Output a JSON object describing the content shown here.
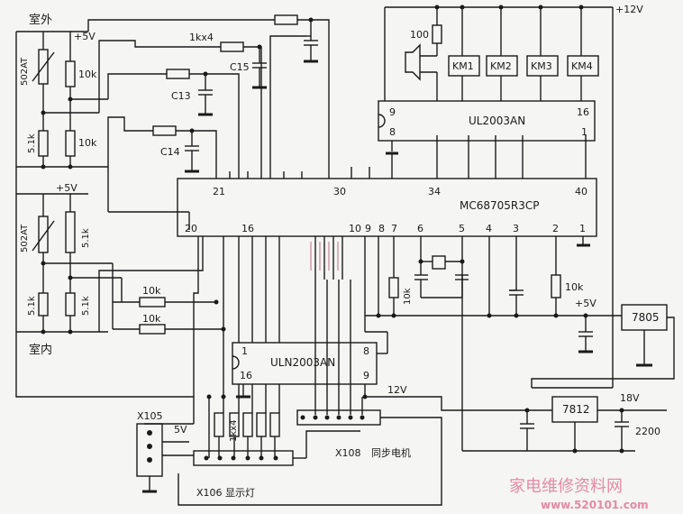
{
  "labels": {
    "outdoor": "室外",
    "indoor": "室内",
    "plus5v_a": "+5V",
    "plus5v_b": "+5V",
    "plus5v_c": "+5V",
    "plus12v": "+12V",
    "v12": "12V",
    "v18": "18V",
    "v5": "5V"
  },
  "components": {
    "therm_outdoor": "502AT",
    "therm_indoor": "502AT",
    "r_10k_a": "10k",
    "r_10k_b": "10k",
    "r_5k1_a": "5.1k",
    "r_5k1_b": "5.1k",
    "r_5k1_c": "5.1k",
    "r_5k1_d": "5.1k",
    "r_1kx4": "1kx4",
    "r_10k_c": "10k",
    "r_10k_d": "10k",
    "r_10k_e": "10k",
    "r_10k_f": "10k",
    "r_100": "100",
    "r_1kx4_b": "1kx4",
    "c13": "C13",
    "c14": "C14",
    "c15": "C15",
    "cap_2200": "2200"
  },
  "relays": [
    "KM1",
    "KM2",
    "KM3",
    "KM4"
  ],
  "ics": {
    "ul2003": {
      "name": "UL2003AN",
      "pins": [
        "9",
        "8",
        "16",
        "1"
      ]
    },
    "mcu": {
      "name": "MC68705R3CP",
      "top_pins": [
        "21",
        "30",
        "34",
        "40"
      ],
      "bottom_pins": [
        "20",
        "16",
        "10",
        "9",
        "8",
        "7",
        "6",
        "5",
        "4",
        "3",
        "2",
        "1"
      ]
    },
    "uln2003": {
      "name": "ULN2003AN",
      "pins": [
        "1",
        "16",
        "8",
        "9"
      ]
    },
    "reg7805": "7805",
    "reg7812": "7812"
  },
  "connectors": {
    "x105": "X105",
    "x106": "X106 显示灯",
    "x108": "X108",
    "motor": "同步电机"
  },
  "watermark": {
    "text": "家电维修资料网",
    "url": "www.520101.com"
  }
}
